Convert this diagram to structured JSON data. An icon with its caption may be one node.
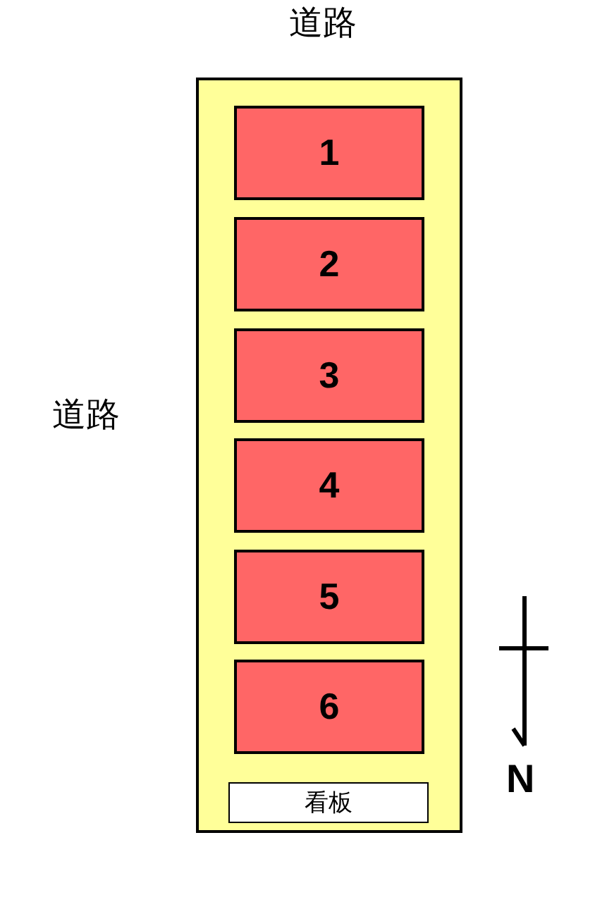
{
  "diagram": {
    "nodes": [
      {
        "text": [],
        "shape": "box"
      },
      {
        "text": [
          "1"
        ],
        "in": 0
      },
      {
        "text": [
          "2"
        ],
        "in": 0
      },
      {
        "text": [
          "3"
        ],
        "in": 0
      },
      {
        "text": [
          "4"
        ],
        "in": 0
      },
      {
        "text": [
          "5"
        ],
        "in": 0
      },
      {
        "text": [
          "6"
        ],
        "in": 0
      },
      {
        "text": [
          "看板"
        ],
        "in": 0
      }
    ],
    "labels": [
      "道路",
      "道路",
      "N"
    ]
  }
}
